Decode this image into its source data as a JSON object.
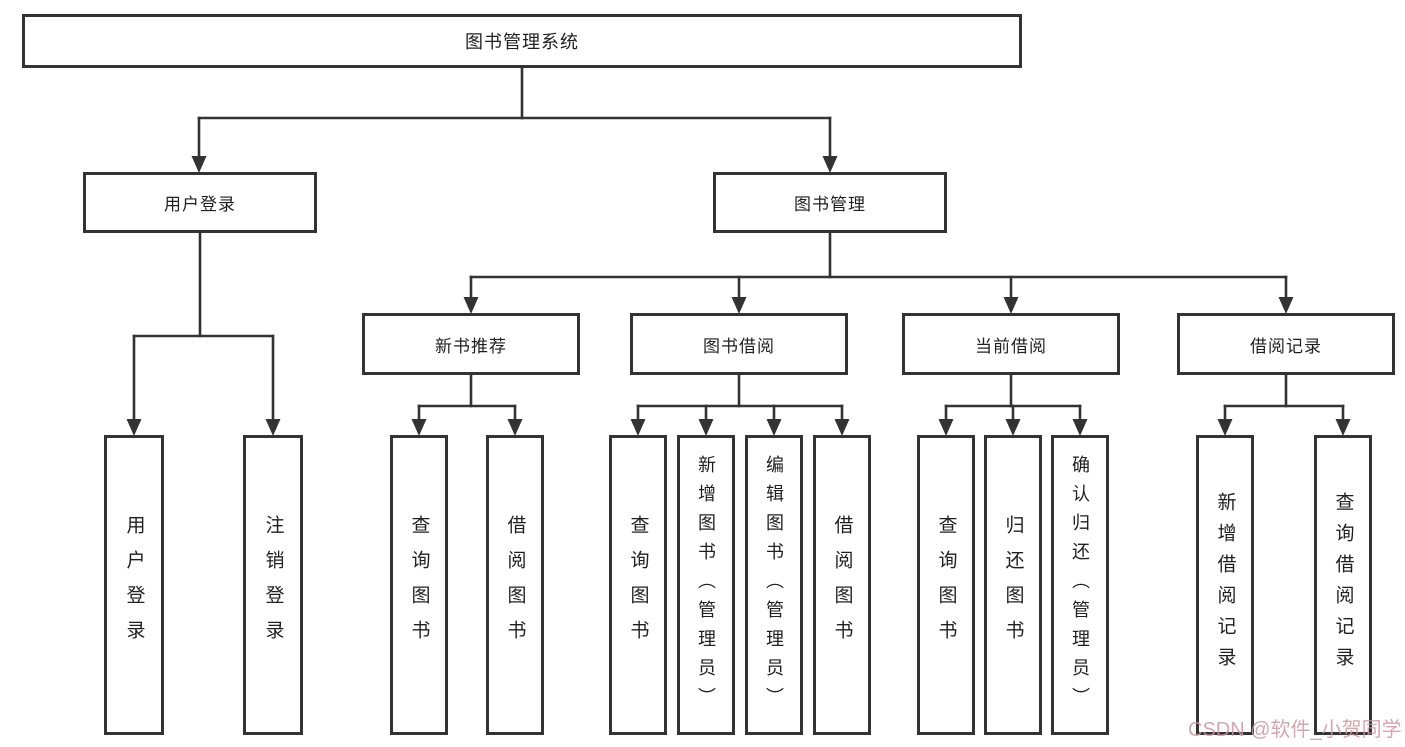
{
  "tree": {
    "root": "图书管理系统",
    "level2": [
      "用户登录",
      "图书管理"
    ],
    "level3": [
      "新书推荐",
      "图书借阅",
      "当前借阅",
      "借阅记录"
    ],
    "leaves": {
      "user_login": [
        "用户登录",
        "注销登录"
      ],
      "new_book": [
        "查询图书",
        "借阅图书"
      ],
      "book_borrow": [
        "查询图书",
        "新增图书（管理员）",
        "编辑图书（管理员）",
        "借阅图书"
      ],
      "current_borrow": [
        "查询图书",
        "归还图书",
        "确认归还（管理员）"
      ],
      "borrow_records": [
        "新增借阅记录",
        "查询借阅记录"
      ]
    }
  },
  "watermark": "CSDN @软件_小贺同学",
  "colors": {
    "line": "#333333",
    "box_border": "#333333",
    "box_fill": "#ffffff",
    "text": "#1f1f1f",
    "watermark": "#cf96a0"
  }
}
